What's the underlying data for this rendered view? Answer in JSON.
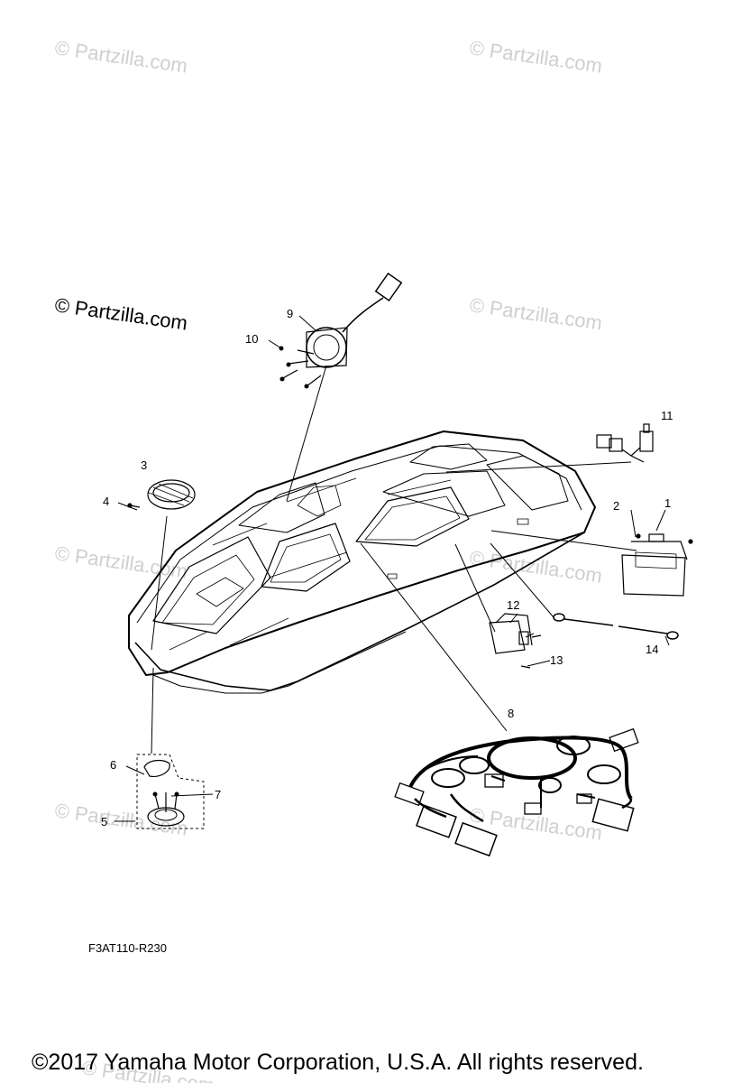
{
  "watermarks": [
    "© Partzilla.com",
    "© Partzilla.com",
    "© Partzilla.com",
    "© Partzilla.com",
    "© Partzilla.com",
    "© Partzilla.com",
    "© Partzilla.com",
    "© Partzilla.com"
  ],
  "watermark_main": "© Partzilla.com",
  "callouts": [
    "1",
    "2",
    "3",
    "4",
    "5",
    "6",
    "7",
    "8",
    "9",
    "10",
    "11",
    "12",
    "13",
    "14"
  ],
  "diagram_code": "F3AT110-R230",
  "copyright": "©2017  Yamaha Motor Corporation, U.S.A. All rights reserved.",
  "colors": {
    "line": "#000000",
    "watermark": "#cfcfcf",
    "background": "#ffffff"
  }
}
